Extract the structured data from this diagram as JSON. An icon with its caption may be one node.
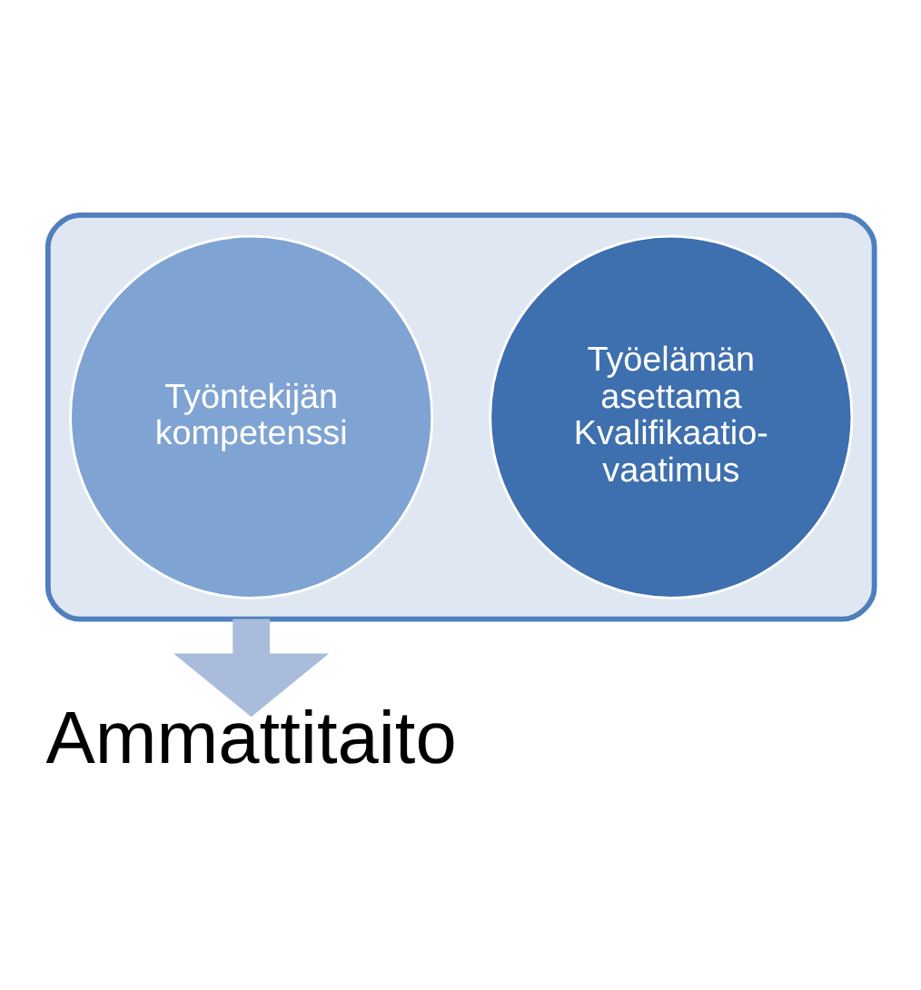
{
  "diagram": {
    "nodes": [
      {
        "text": [],
        "shape": "funnel"
      },
      {
        "text": [
          "Työntekijän kompetenssi"
        ],
        "in": 0
      },
      {
        "text": [
          "Työelämän asettama Kvalifikaatio-vaatimus"
        ],
        "in": 0
      },
      {
        "text": [
          "Ammattitaito"
        ]
      }
    ],
    "edges": [
      {
        "from": 0,
        "to": 3,
        "arrow": "to"
      }
    ]
  }
}
